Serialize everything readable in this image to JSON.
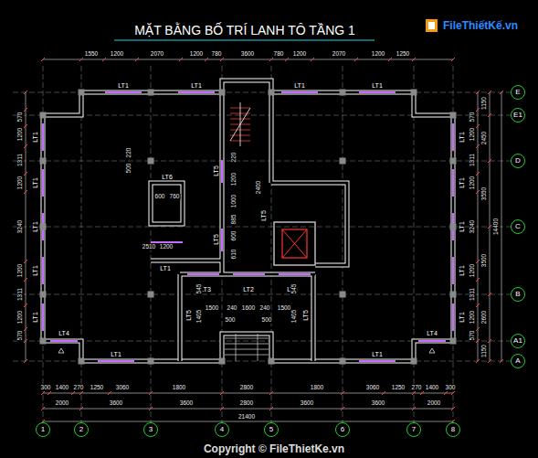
{
  "diagram": {
    "title": "MẶT BẰNG BỐ TRÍ LANH TÔ TẦNG 1",
    "nodes": [
      {
        "text": [
          "E"
        ]
      },
      {
        "text": [
          "E1"
        ]
      },
      {
        "text": [
          "D"
        ]
      },
      {
        "text": [
          "C"
        ]
      },
      {
        "text": [
          "B"
        ]
      },
      {
        "text": [
          "A1"
        ]
      },
      {
        "text": [
          "A"
        ]
      },
      {
        "text": [
          "1"
        ]
      },
      {
        "text": [
          "2"
        ]
      },
      {
        "text": [
          "3"
        ]
      },
      {
        "text": [
          "4"
        ]
      },
      {
        "text": [
          "5"
        ]
      },
      {
        "text": [
          "6"
        ]
      },
      {
        "text": [
          "7"
        ]
      },
      {
        "text": [
          "8"
        ]
      }
    ],
    "labels": [
      "1550",
      "1200",
      "2070",
      "1200",
      "780",
      "3600",
      "780",
      "1200",
      "2070",
      "1200",
      "1250",
      "300",
      "1400",
      "270",
      "1250",
      "3060",
      "1800",
      "2800",
      "1800",
      "3060",
      "1250",
      "270",
      "1400",
      "300",
      "2000",
      "3600",
      "3600",
      "2800",
      "3600",
      "3600",
      "2000",
      "21400",
      "1150",
      "2450",
      "3550",
      "3500",
      "2600",
      "1150",
      "14400",
      "570",
      "1200",
      "1311",
      "1200",
      "3240",
      "1200",
      "1311",
      "1200",
      "570",
      "570",
      "1200",
      "1311",
      "1200",
      "3240",
      "1200",
      "1311",
      "1200",
      "570",
      "LT1",
      "LT1",
      "LT1",
      "LT1",
      "LT1",
      "LT1",
      "LT1",
      "LT1",
      "LT1",
      "LT1",
      "LT1",
      "LT1",
      "LT1",
      "LT1",
      "LT1",
      "LT1",
      "LT4",
      "LT4",
      "LT3",
      "LT2",
      "LT3",
      "LT5",
      "LT5",
      "LT5",
      "LT5",
      "LT5",
      "LT6",
      "LT1",
      "500",
      "220",
      "600",
      "760",
      "2510",
      "1200",
      "220",
      "1200",
      "1000",
      "885",
      "600",
      "610",
      "2400",
      "1500",
      "240",
      "1600",
      "240",
      "1500",
      "500",
      "500",
      "545",
      "1405",
      "1405",
      "545",
      "FileThiếtKế.vn",
      "Copyright © FileThietKe.vn"
    ]
  }
}
